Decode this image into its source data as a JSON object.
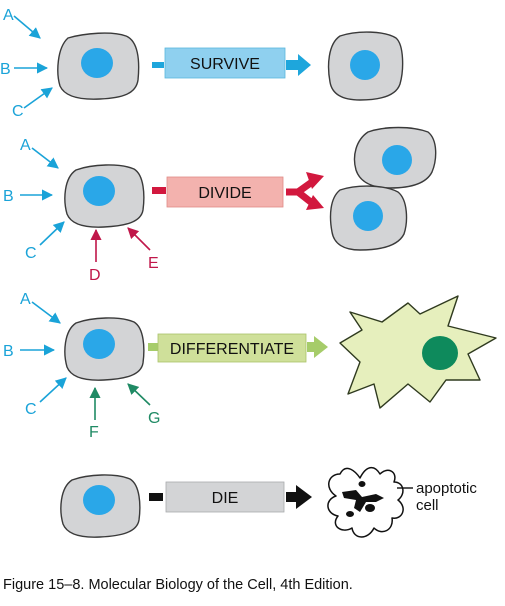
{
  "colors": {
    "cell_fill": "#d3d4d6",
    "cell_stroke": "#3a3a3a",
    "nucleus_blue": "#2aa7e8",
    "signal_cyan": "#1aa3d8",
    "signal_red": "#c0174a",
    "signal_green": "#1f8a64",
    "survive_box": "#8fd0ef",
    "survive_arrow": "#1ea6dc",
    "divide_box": "#f3b2ae",
    "divide_arrow": "#d2183e",
    "diff_box": "#cfe09a",
    "diff_arrow": "#a6cc6a",
    "diff_cell": "#e6efbd",
    "diff_nucleus": "#0e8a5c",
    "die_box": "#d3d4d6",
    "die_arrow": "#111111"
  },
  "rows": {
    "survive": {
      "label": "SURVIVE",
      "signals": [
        "A",
        "B",
        "C"
      ]
    },
    "divide": {
      "label": "DIVIDE",
      "signals": [
        "A",
        "B",
        "C",
        "D",
        "E"
      ]
    },
    "differentiate": {
      "label": "DIFFERENTIATE",
      "signals": [
        "A",
        "B",
        "C",
        "F",
        "G"
      ]
    },
    "die": {
      "label": "DIE",
      "annotation_line1": "apoptotic",
      "annotation_line2": "cell"
    }
  },
  "caption": "Figure 15–8. Molecular Biology of the Cell, 4th Edition."
}
